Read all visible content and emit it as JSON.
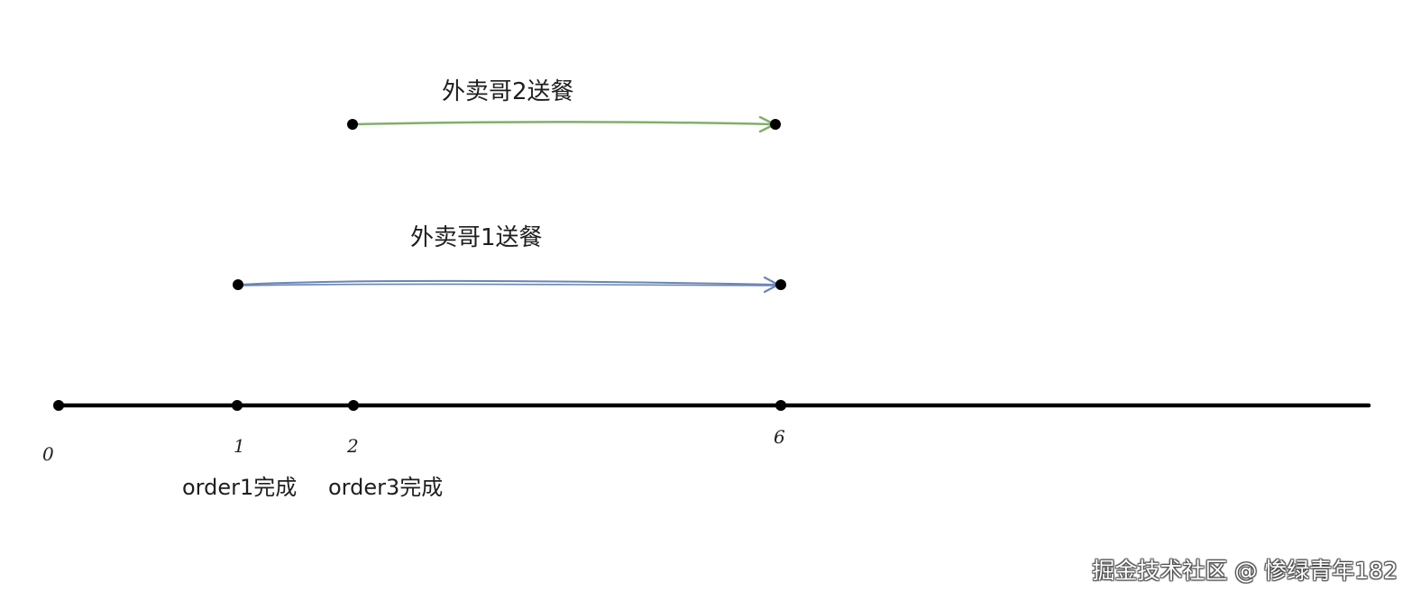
{
  "diagram": {
    "timeline": {
      "ticks": [
        {
          "value": "0",
          "label": "0"
        },
        {
          "value": "1",
          "label": "1"
        },
        {
          "value": "2",
          "label": "2"
        },
        {
          "value": "6",
          "label": "6"
        }
      ]
    },
    "events": [
      {
        "label": "order1完成"
      },
      {
        "label": "order3完成"
      }
    ],
    "arrows": [
      {
        "label": "外卖哥2送餐",
        "from": "2",
        "to": "6",
        "color": "#7fb069"
      },
      {
        "label": "外卖哥1送餐",
        "from": "1",
        "to": "6",
        "color": "#6a86b4"
      }
    ],
    "colors": {
      "axis": "#000000",
      "dot": "#000000",
      "arrow_green": "#7fb069",
      "arrow_blue": "#6a86b4"
    }
  },
  "watermark": {
    "text": "掘金技术社区 @ 惨绿青年182"
  }
}
